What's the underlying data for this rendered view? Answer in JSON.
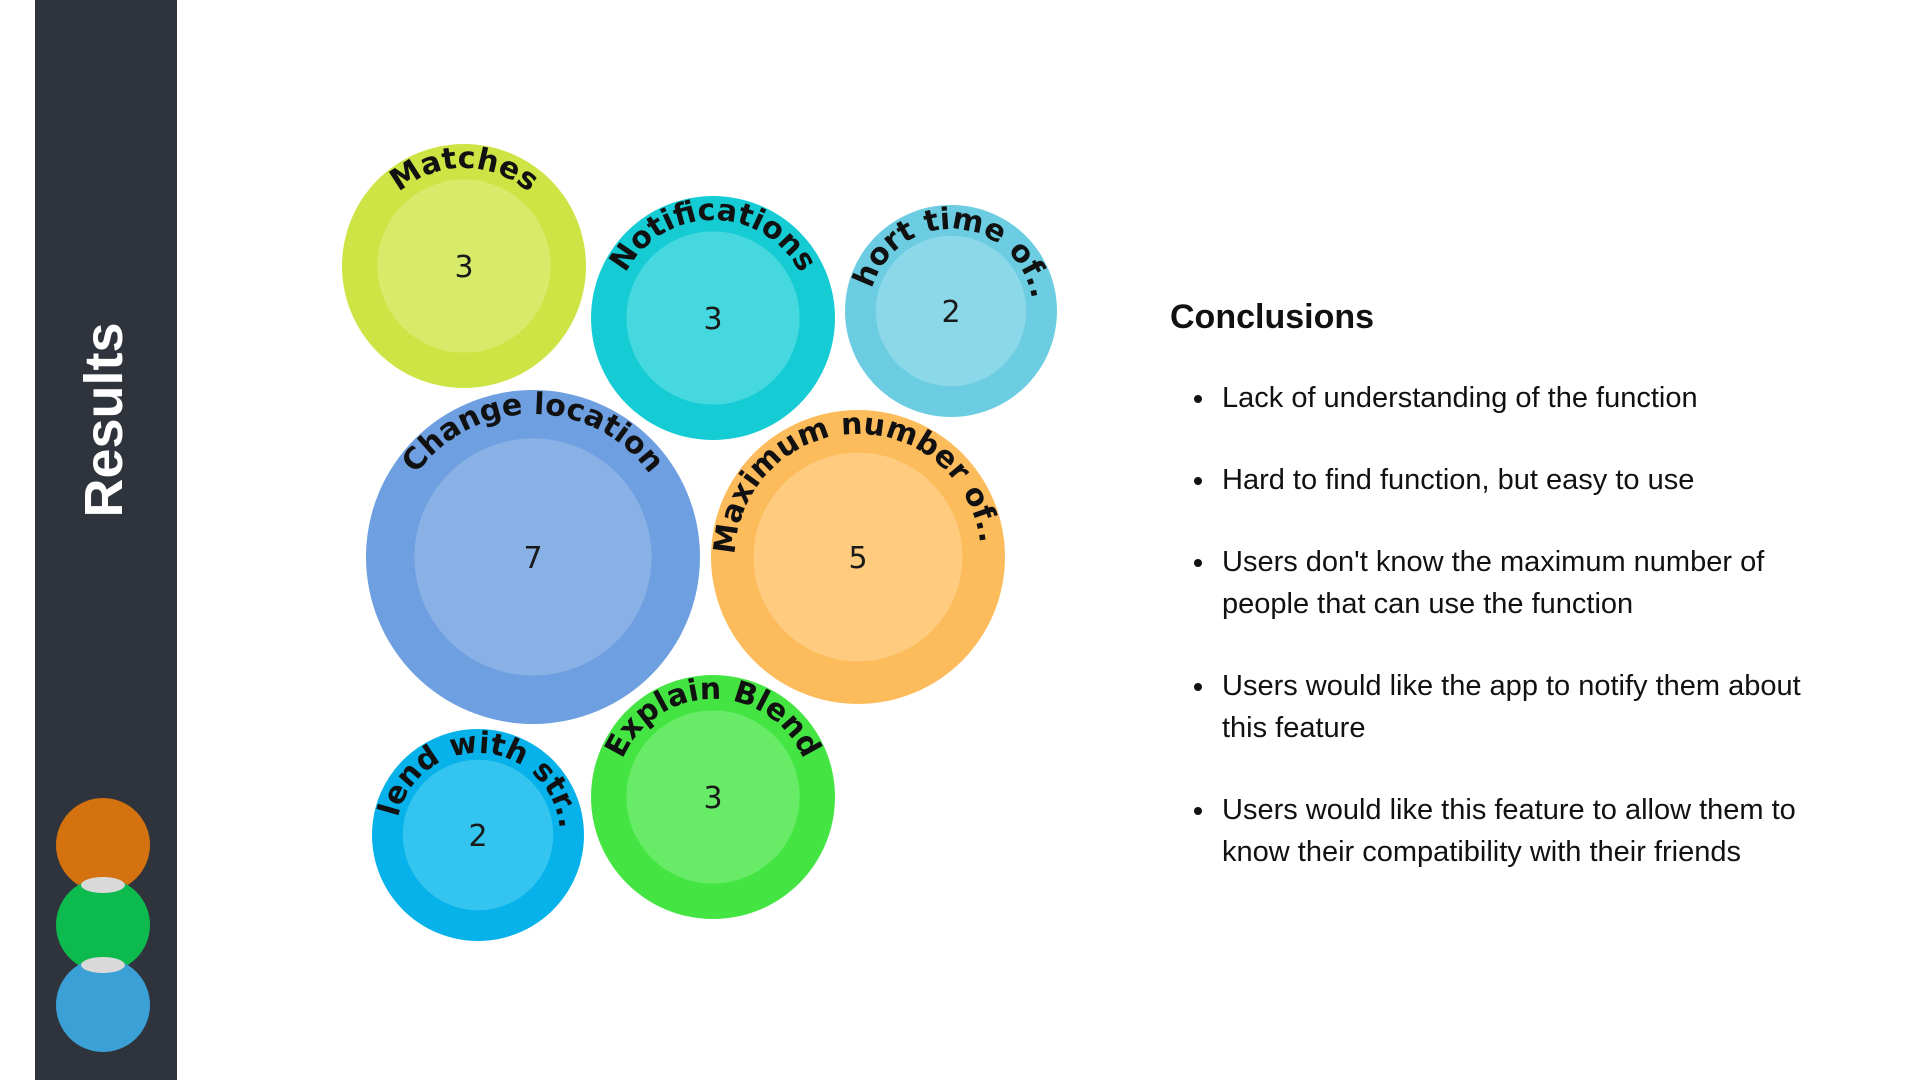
{
  "sidebar": {
    "title": "Results",
    "circle_colors": [
      "#d4720f",
      "#0dba4e",
      "#3aa0d5"
    ]
  },
  "chart_data": {
    "type": "bubble",
    "bubbles": [
      {
        "label": "Matches",
        "value": 3,
        "outer_color": "#cde444",
        "inner_color": "#d8ea6a"
      },
      {
        "label": "Notifications",
        "value": 3,
        "outer_color": "#16ccd4",
        "inner_color": "#45d9df"
      },
      {
        "label": "Short time of...",
        "value": 2,
        "outer_color": "#6ccde2",
        "inner_color": "#8ad8e8"
      },
      {
        "label": "Change location",
        "value": 7,
        "outer_color": "#6e9fe0",
        "inner_color": "#89b1e6"
      },
      {
        "label": "Maximum number of...",
        "value": 5,
        "outer_color": "#fdbc5c",
        "inner_color": "#fecb7f"
      },
      {
        "label": "Blend with str...",
        "value": 2,
        "outer_color": "#06b2e9",
        "inner_color": "#33c5f0"
      },
      {
        "label": "Explain Blend",
        "value": 3,
        "outer_color": "#44e542",
        "inner_color": "#68ec68"
      }
    ]
  },
  "conclusions": {
    "title": "Conclusions",
    "items": [
      "Lack of understanding of the function",
      "Hard to find function, but easy to use",
      "Users don't know the maximum number of people that can use the function",
      "Users would like the app to notify them about this feature",
      "Users would like this feature to allow them to know their compatibility with their friends"
    ]
  }
}
